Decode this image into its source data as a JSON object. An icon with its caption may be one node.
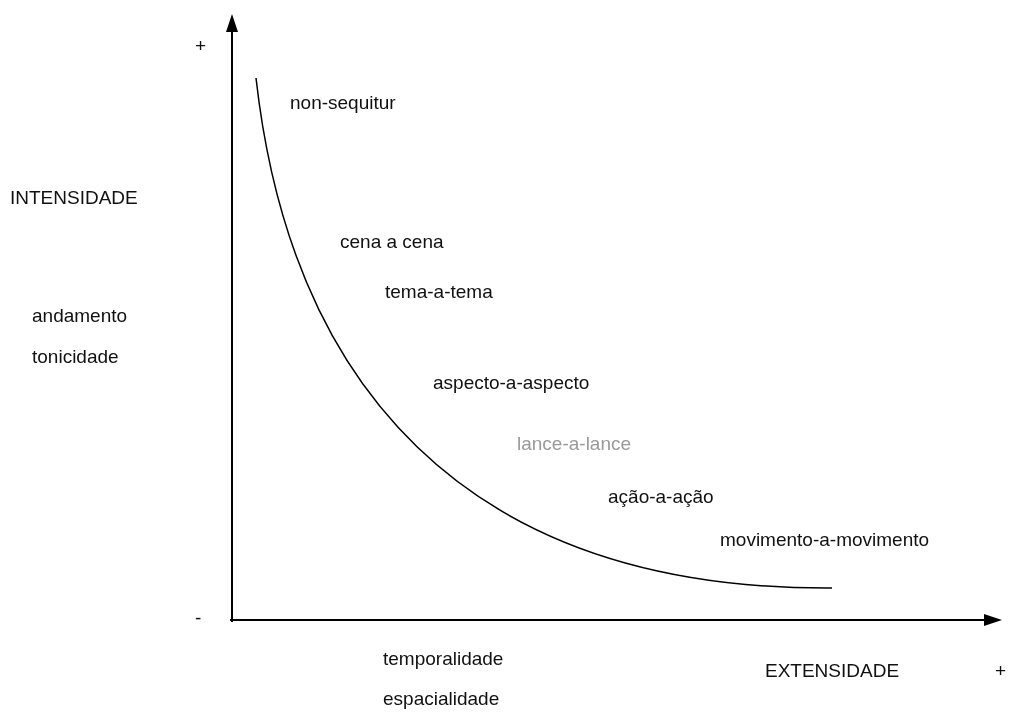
{
  "diagram": {
    "labels": [
      "+",
      "non-sequitur",
      "INTENSIDADE",
      "cena a cena",
      "tema-a-tema",
      "andamento",
      "tonicidade",
      "aspecto-a-aspecto",
      "lance-a-lance",
      "ação-a-ação",
      "movimento-a-movimento",
      "-",
      "temporalidade",
      "EXTENSIDADE",
      "+",
      "espacialidade"
    ]
  }
}
